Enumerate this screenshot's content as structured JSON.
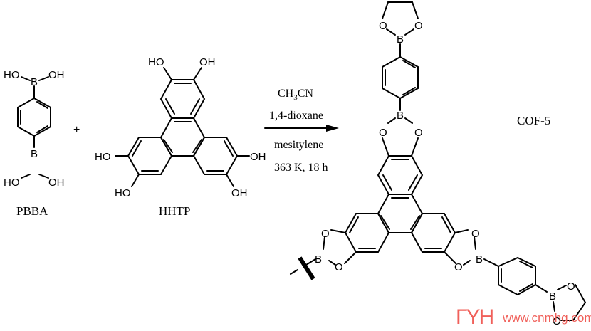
{
  "reactants": [
    {
      "name": "PBBA",
      "groups": [
        "HO",
        "OH",
        "B",
        "HO",
        "OH",
        "B"
      ]
    },
    {
      "name": "HHTP",
      "groups": [
        "HO",
        "OH",
        "HO",
        "HO",
        "OH",
        "OH"
      ]
    }
  ],
  "plus_sign": "+",
  "conditions": {
    "above": [
      "CH3CN",
      "1,4-dioxane"
    ],
    "above_parts": {
      "ch": "CH",
      "sub": "3",
      "cn": "CN",
      "dioxane": "1,4-dioxane"
    },
    "below": [
      "mesitylene",
      "363 K, 18 h"
    ]
  },
  "product": {
    "name": "COF-5",
    "atoms": {
      "O": "O",
      "B": "B"
    }
  },
  "atoms": {
    "HO": "HO",
    "OH": "OH",
    "B": "B",
    "O": "O"
  },
  "watermark": {
    "logo": "ΓYH",
    "url": "www.cnmhg.com",
    "color": "#f0605a"
  }
}
